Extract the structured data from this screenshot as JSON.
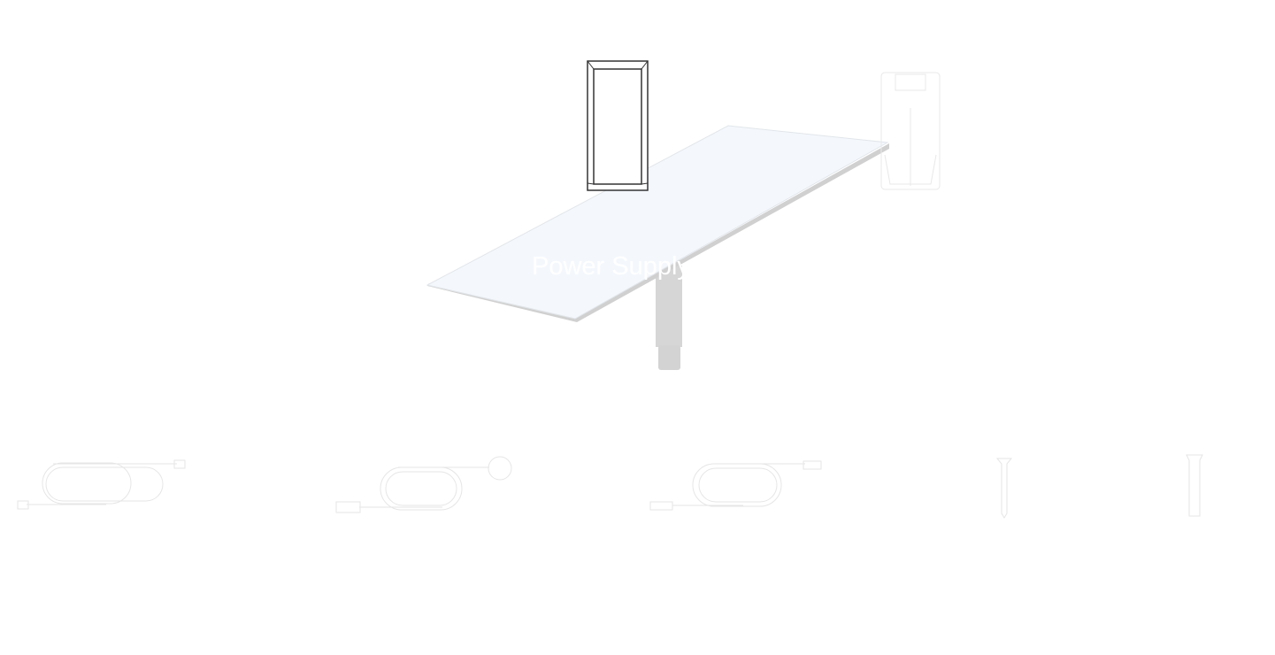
{
  "scene": {
    "label": "Power Supply",
    "components": [
      "desk-top",
      "desk-leg",
      "control-box",
      "bracket",
      "cable-1",
      "cable-2",
      "cable-3",
      "screw",
      "wall-anchor"
    ]
  }
}
